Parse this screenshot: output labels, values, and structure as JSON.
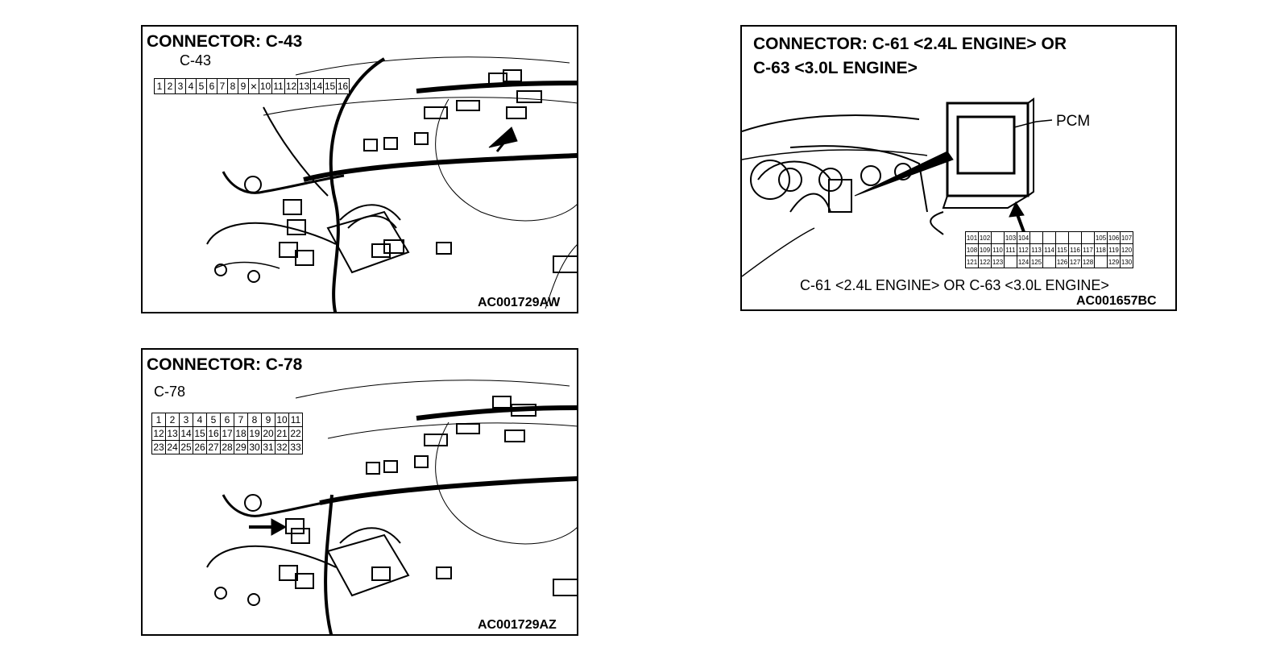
{
  "panel_c43": {
    "title": "CONNECTOR: C-43",
    "connector_label": "C-43",
    "pins": [
      "1",
      "2",
      "3",
      "4",
      "5",
      "6",
      "7",
      "8",
      "9",
      "×",
      "10",
      "11",
      "12",
      "13",
      "14",
      "15",
      "16"
    ],
    "image_id": "AC001729AW"
  },
  "panel_c78": {
    "title": "CONNECTOR: C-78",
    "connector_label": "C-78",
    "pin_rows": [
      [
        "1",
        "2",
        "3",
        "4",
        "5",
        "6",
        "7",
        "8",
        "9",
        "10",
        "11"
      ],
      [
        "12",
        "13",
        "14",
        "15",
        "16",
        "17",
        "18",
        "19",
        "20",
        "21",
        "22"
      ],
      [
        "23",
        "24",
        "25",
        "26",
        "27",
        "28",
        "29",
        "30",
        "31",
        "32",
        "33"
      ]
    ],
    "image_id": "AC001729AZ"
  },
  "panel_c61": {
    "title_line1": "CONNECTOR: C-61 <2.4L ENGINE> OR",
    "title_line2": "C-63 <3.0L ENGINE>",
    "pcm_label": "PCM",
    "pin_rows": [
      [
        "101",
        "102",
        "",
        "103",
        "104",
        "",
        "",
        "",
        "",
        "",
        "105",
        "106",
        "107"
      ],
      [
        "108",
        "109",
        "110",
        "111",
        "112",
        "113",
        "114",
        "115",
        "116",
        "117",
        "118",
        "119",
        "120"
      ],
      [
        "121",
        "122",
        "123",
        "",
        "124",
        "125",
        "",
        "126",
        "127",
        "128",
        "",
        "129",
        "130"
      ]
    ],
    "caption": "C-61 <2.4L ENGINE> OR C-63 <3.0L ENGINE>",
    "image_id": "AC001657BC"
  }
}
